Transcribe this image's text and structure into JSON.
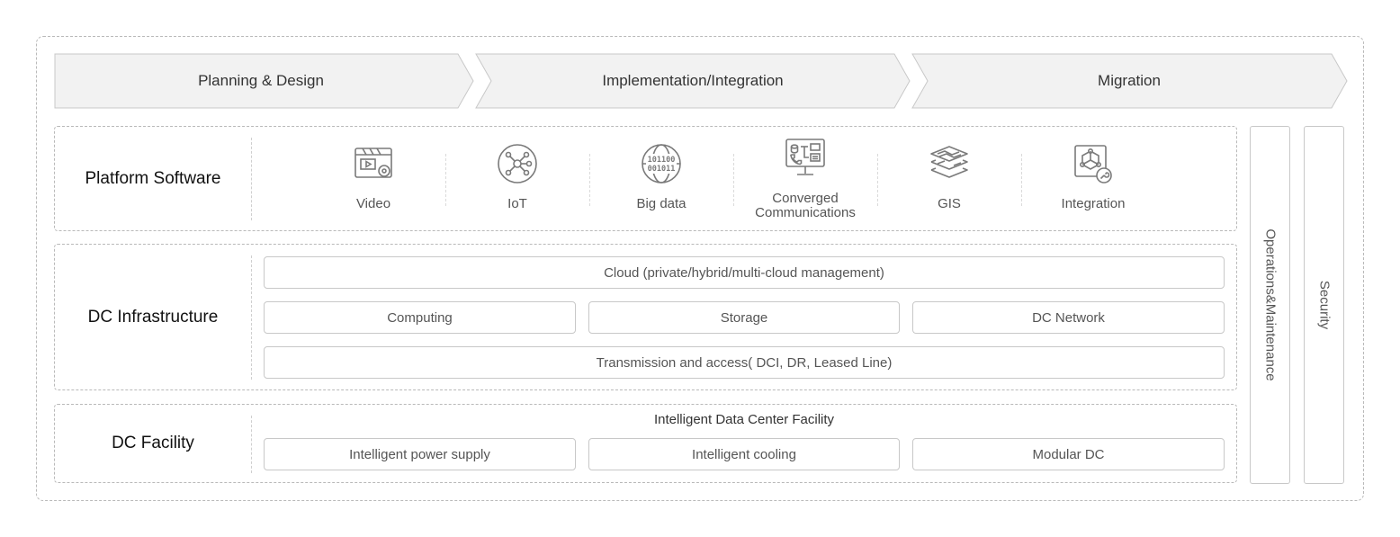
{
  "phases": [
    {
      "label": "Planning & Design"
    },
    {
      "label": "Implementation/Integration"
    },
    {
      "label": "Migration"
    }
  ],
  "layers": {
    "platform": {
      "title": "Platform Software",
      "items": [
        {
          "label": "Video",
          "icon": "video-icon"
        },
        {
          "label": "IoT",
          "icon": "iot-icon"
        },
        {
          "label": "Big data",
          "icon": "big-data-icon"
        },
        {
          "label_line1": "Converged",
          "label_line2": "Communications",
          "icon": "converged-communications-icon"
        },
        {
          "label": "GIS",
          "icon": "gis-icon"
        },
        {
          "label": "Integration",
          "icon": "integration-icon"
        }
      ],
      "bigdata_icon_text": [
        "101100",
        "001011"
      ]
    },
    "infrastructure": {
      "title": "DC Infrastructure",
      "cloud": "Cloud (private/hybrid/multi-cloud management)",
      "computing": "Computing",
      "storage": "Storage",
      "network": "DC Network",
      "transmission": "Transmission and access( DCI, DR, Leased Line)"
    },
    "facility": {
      "title": "DC Facility",
      "heading": "Intelligent Data Center Facility",
      "power": "Intelligent power supply",
      "cooling": "Intelligent cooling",
      "modular": "Modular DC"
    }
  },
  "side": {
    "operations": "Operations&Maintenance",
    "security": "Security"
  },
  "colors": {
    "arrow_fill": "#f2f2f2",
    "arrow_stroke": "#c8c8c8",
    "icon_stroke": "#7a7a7a",
    "border": "#b9b9b9"
  }
}
